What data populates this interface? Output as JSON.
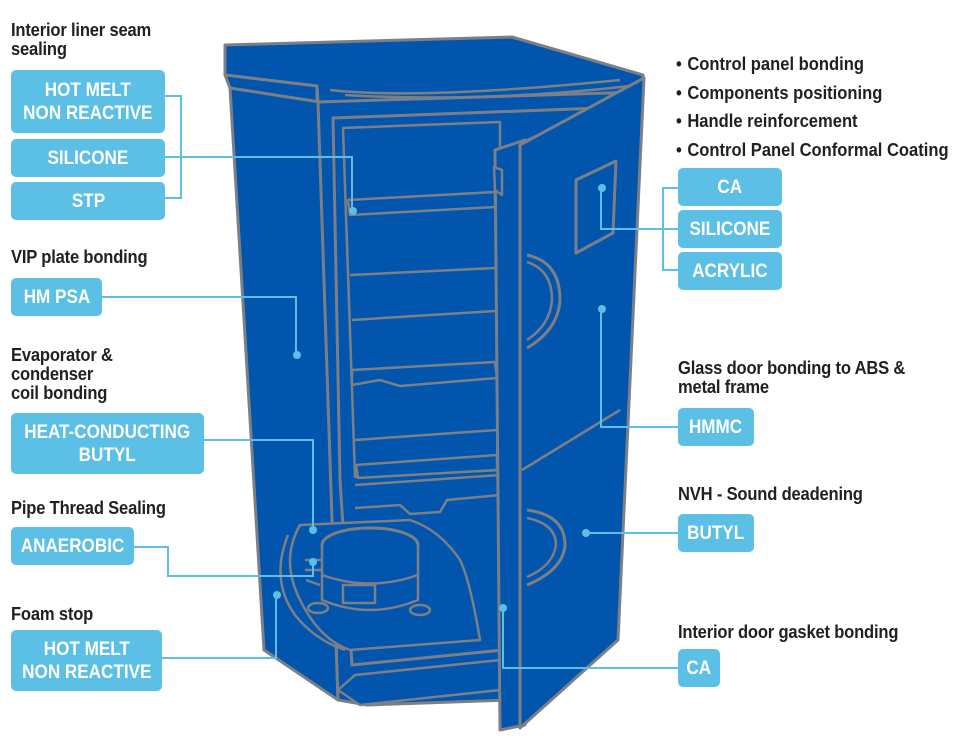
{
  "diagram": {
    "subject": "Refrigerator adhesive and sealant application map",
    "colors": {
      "cabinet_fill": "#0155ac",
      "cabinet_outline": "#7d7f86",
      "tag_fill": "#5bbfe6",
      "tag_text": "#ffffff",
      "heading_text": "#231f20",
      "connector": "#5bbfe6"
    },
    "left_callouts": [
      {
        "heading": "Interior liner seam sealing",
        "heading_lines": [
          "Interior liner seam",
          "sealing"
        ],
        "tags": [
          {
            "lines": [
              "HOT MELT",
              "NON REACTIVE"
            ]
          },
          {
            "lines": [
              "SILICONE"
            ]
          },
          {
            "lines": [
              "STP"
            ]
          }
        ],
        "points_to": "inner liner shelf seam"
      },
      {
        "heading": "VIP plate bonding",
        "heading_lines": [
          "VIP plate bonding"
        ],
        "tags": [
          {
            "lines": [
              "HM PSA"
            ]
          }
        ],
        "points_to": "cabinet side wall"
      },
      {
        "heading": "Evaporator & condenser coil bonding",
        "heading_lines": [
          "Evaporator &",
          "condenser",
          "coil bonding"
        ],
        "tags": [
          {
            "lines": [
              "HEAT-CONDUCTING",
              "BUTYL"
            ]
          }
        ],
        "points_to": "compressor area"
      },
      {
        "heading": "Pipe Thread Sealing",
        "heading_lines": [
          "Pipe Thread Sealing"
        ],
        "tags": [
          {
            "lines": [
              "ANAEROBIC"
            ]
          }
        ],
        "points_to": "compressor pipe fitting"
      },
      {
        "heading": "Foam stop",
        "heading_lines": [
          "Foam stop"
        ],
        "tags": [
          {
            "lines": [
              "HOT MELT",
              "NON REACTIVE"
            ]
          }
        ],
        "points_to": "cabinet base"
      }
    ],
    "right_callouts": [
      {
        "bullets": [
          "Control panel bonding",
          "Components positioning",
          "Handle reinforcement",
          "Control Panel Conformal Coating"
        ],
        "tags": [
          {
            "lines": [
              "CA"
            ]
          },
          {
            "lines": [
              "SILICONE"
            ]
          },
          {
            "lines": [
              "ACRYLIC"
            ]
          }
        ],
        "points_to": "door control panel"
      },
      {
        "heading": "Glass door bonding to ABS & metal frame",
        "heading_lines": [
          "Glass door bonding to ABS &",
          "metal frame"
        ],
        "tags": [
          {
            "lines": [
              "HMMC"
            ]
          }
        ],
        "points_to": "door upper panel"
      },
      {
        "heading": "NVH - Sound deadening",
        "heading_lines": [
          "NVH - Sound deadening"
        ],
        "tags": [
          {
            "lines": [
              "BUTYL"
            ]
          }
        ],
        "points_to": "door lower panel"
      },
      {
        "heading": "Interior door gasket bonding",
        "heading_lines": [
          "Interior door gasket bonding"
        ],
        "tags": [
          {
            "lines": [
              "CA"
            ]
          }
        ],
        "points_to": "door gasket edge"
      }
    ]
  }
}
